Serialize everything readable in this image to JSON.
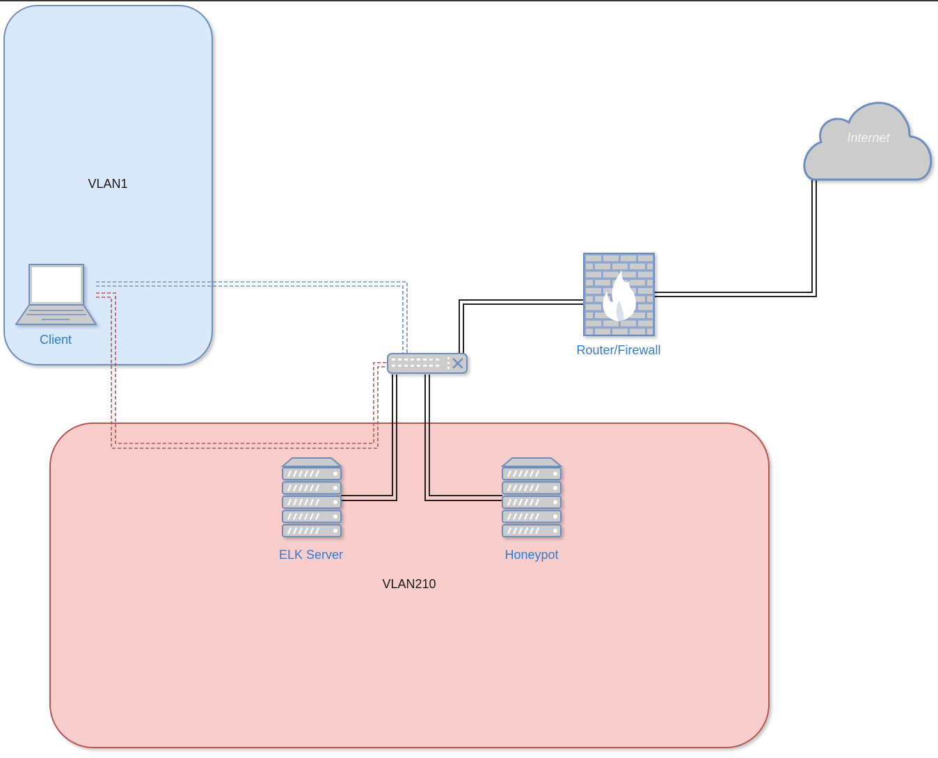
{
  "diagram": {
    "zones": [
      {
        "id": "vlan1",
        "label": "VLAN1",
        "fill": "#dae8fc",
        "stroke": "#6c8ebf"
      },
      {
        "id": "vlan210",
        "label": "VLAN210",
        "fill": "#f8cecc",
        "stroke": "#b85450"
      }
    ],
    "nodes": [
      {
        "id": "client",
        "label": "Client",
        "type": "laptop"
      },
      {
        "id": "switch",
        "label": "",
        "type": "switch"
      },
      {
        "id": "firewall",
        "label": "Router/Firewall",
        "type": "firewall"
      },
      {
        "id": "internet",
        "label": "Internet",
        "type": "cloud"
      },
      {
        "id": "elk",
        "label": "ELK Server",
        "type": "server"
      },
      {
        "id": "honeypot",
        "label": "Honeypot",
        "type": "server"
      }
    ],
    "links": [
      {
        "from": "client",
        "to": "switch",
        "style": "dashed",
        "color": "#6c8ebf",
        "vlan": "VLAN1"
      },
      {
        "from": "client",
        "to": "switch",
        "style": "dashed",
        "color": "#b85450",
        "vlan": "VLAN210"
      },
      {
        "from": "switch",
        "to": "firewall",
        "style": "solid",
        "color": "#000000"
      },
      {
        "from": "firewall",
        "to": "internet",
        "style": "solid",
        "color": "#000000"
      },
      {
        "from": "switch",
        "to": "elk",
        "style": "solid",
        "color": "#000000"
      },
      {
        "from": "switch",
        "to": "honeypot",
        "style": "solid",
        "color": "#000000"
      }
    ],
    "colors": {
      "label_blue": "#2f7ad3",
      "icon_stroke": "#6c8ebf",
      "icon_fill": "#cccccc"
    }
  }
}
